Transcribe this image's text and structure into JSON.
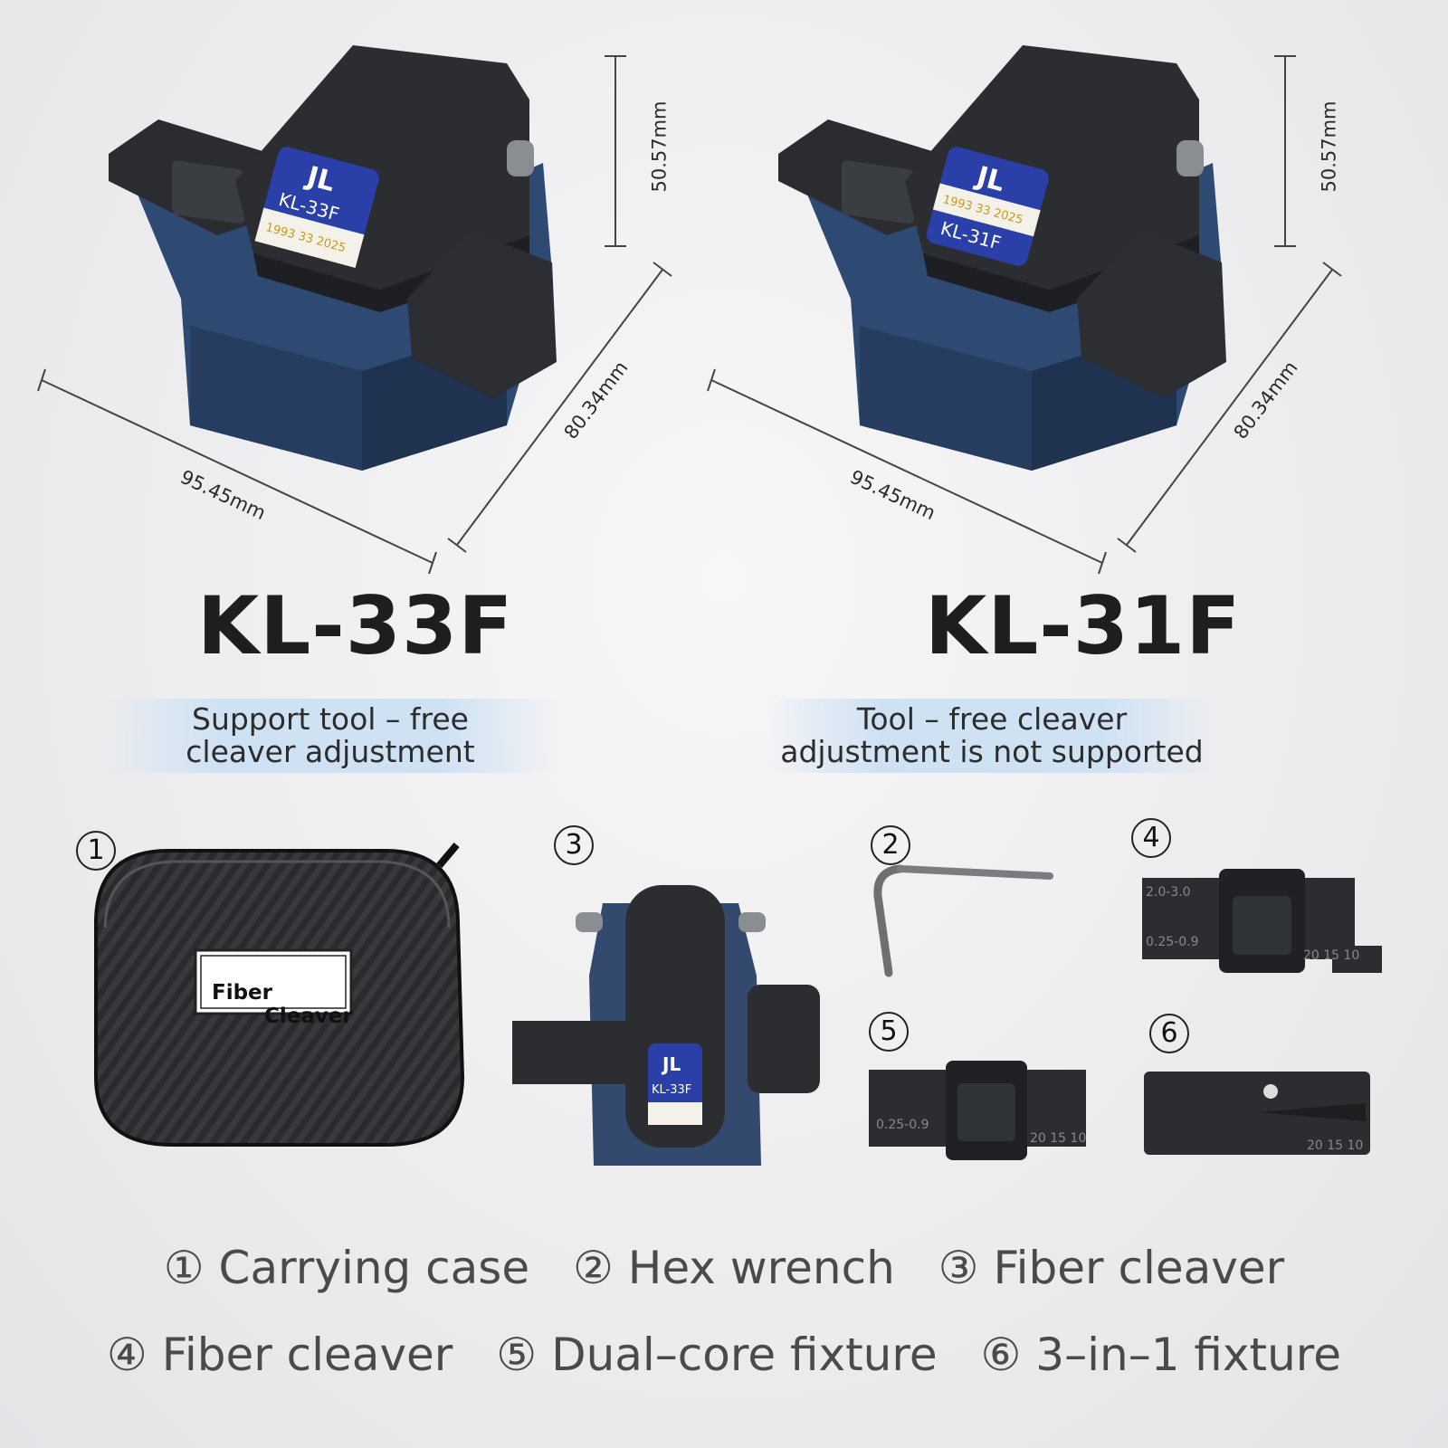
{
  "products": [
    {
      "model": "KL-33F",
      "label_model": "KL-33F",
      "label_years": "1993 33 2025",
      "feature_line1": "Support tool – free",
      "feature_line2": "cleaver adjustment",
      "dims": {
        "height": "50.57mm",
        "depth": "80.34mm",
        "width": "95.45mm"
      }
    },
    {
      "model": "KL-31F",
      "label_model": "KL-31F",
      "label_years": "1993 33 2025",
      "feature_line1": "Tool – free cleaver",
      "feature_line2": "adjustment is not supported",
      "dims": {
        "height": "50.57mm",
        "depth": "80.34mm",
        "width": "95.45mm"
      }
    }
  ],
  "accessories": {
    "case_label_line1": "Fiber",
    "case_label_line2": "Cleaver",
    "cleaver_label": "KL-33F",
    "fixture_4_top": "2.0-3.0",
    "fixture_4_bottom": "0.25-0.9",
    "fixture_4_scale": "20 15 10",
    "fixture_5_label": "0.25-0.9",
    "fixture_5_scale": "20 15 10",
    "fixture_6_scale": "20 15 10",
    "numbers": [
      "1",
      "2",
      "3",
      "4",
      "5",
      "6"
    ]
  },
  "legend": {
    "row1": [
      "① Carrying case",
      "② Hex wrench",
      "③ Fiber cleaver"
    ],
    "row2": [
      "④ Fiber cleaver",
      "⑤ Dual–core fixture",
      "⑥ 3–in–1 fixture"
    ]
  },
  "colors": {
    "body_blue": "#2f4a72",
    "body_black": "#2b2d31",
    "label_blue": "#2a3fa8",
    "feature_band": "#cfe2f4"
  }
}
